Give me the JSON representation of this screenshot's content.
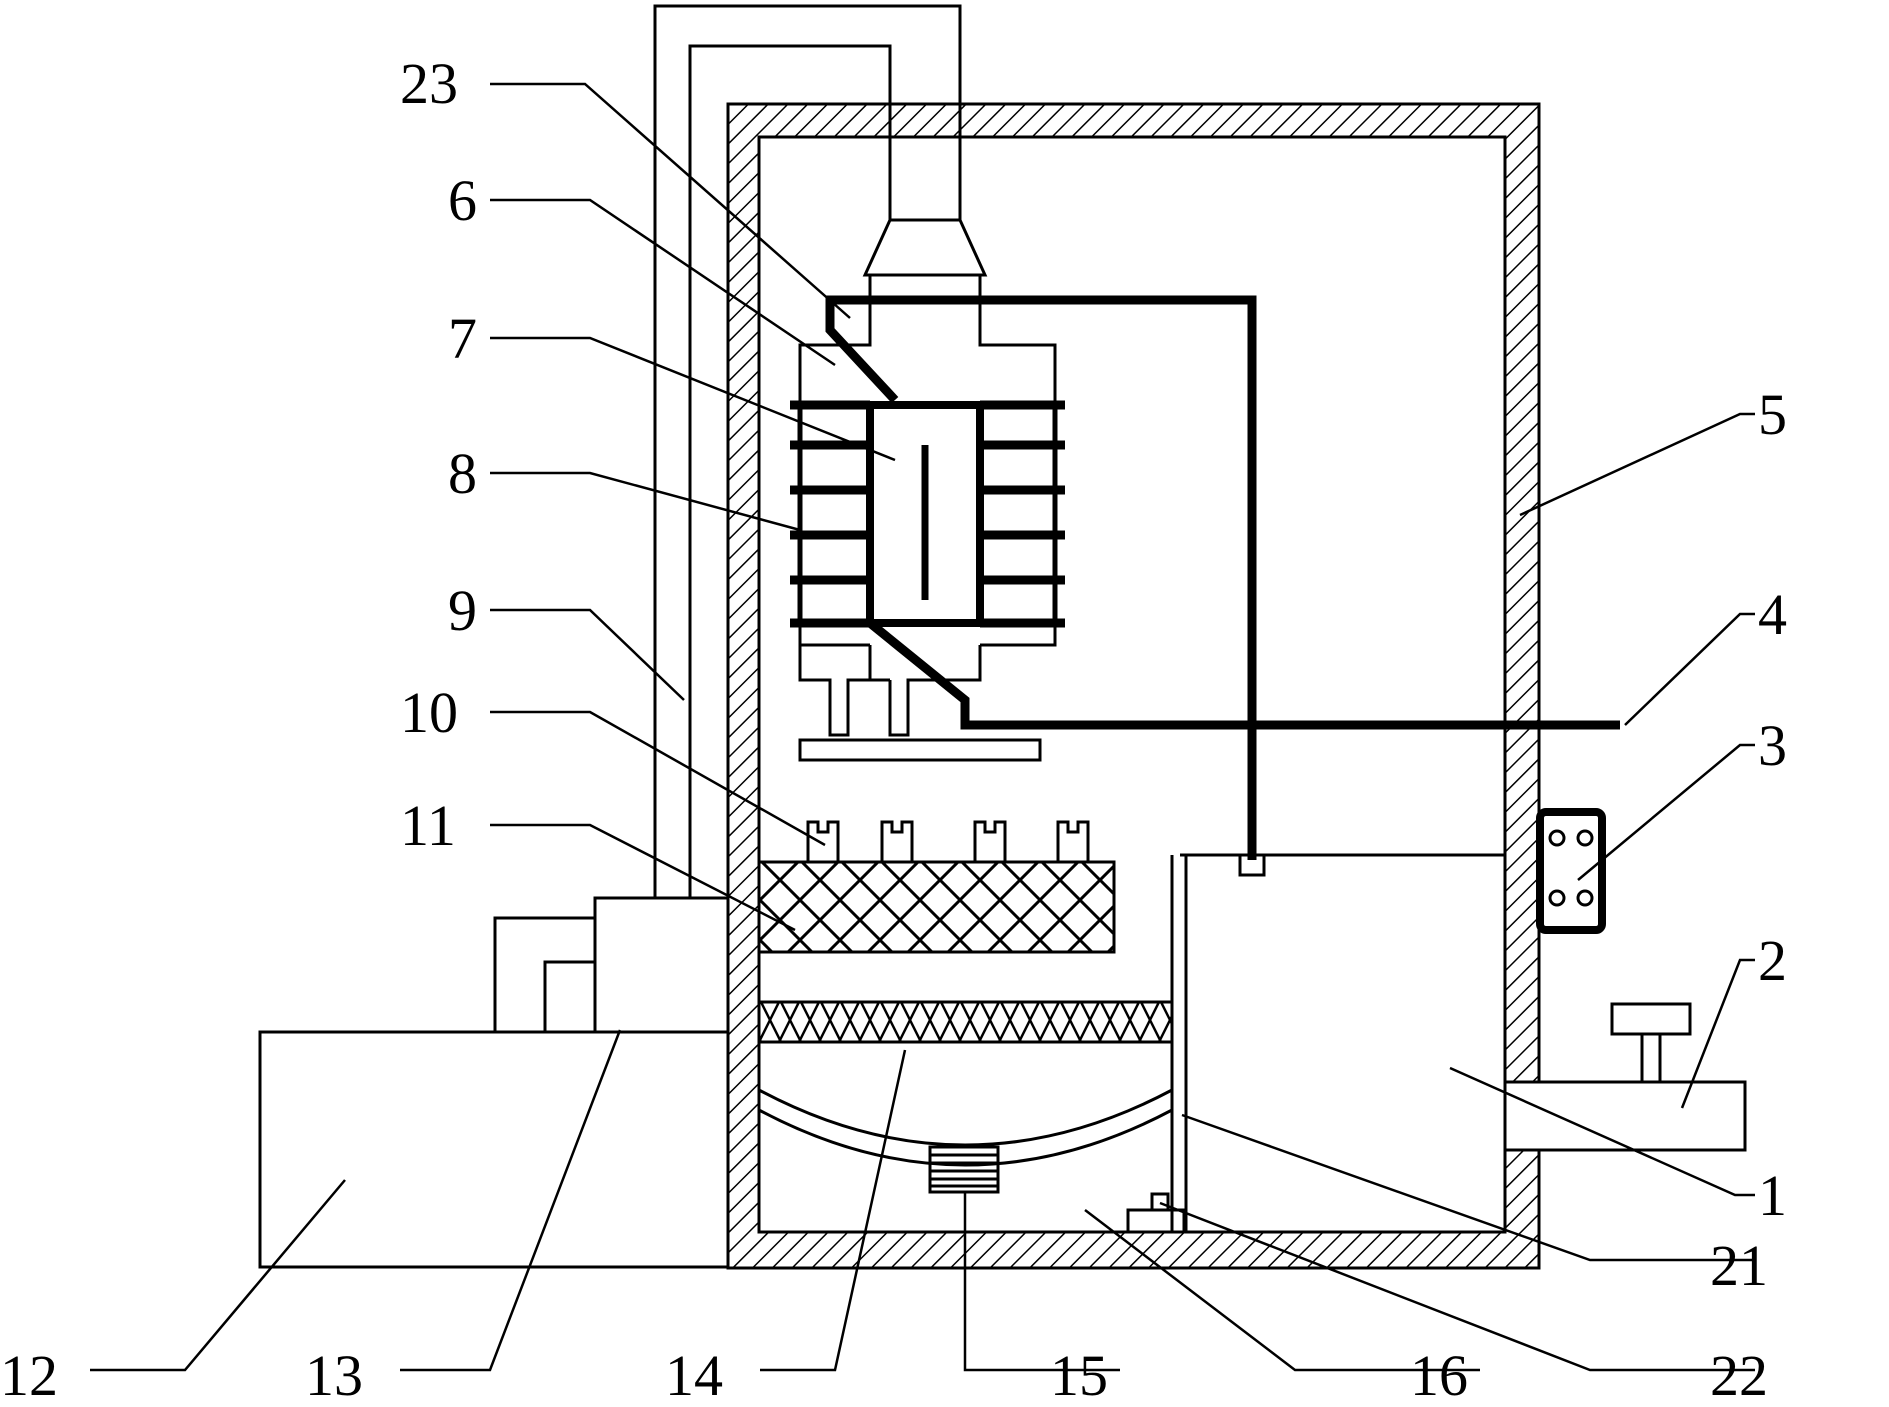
{
  "labels": [
    {
      "id": "1",
      "text": "1"
    },
    {
      "id": "2",
      "text": "2"
    },
    {
      "id": "3",
      "text": "3"
    },
    {
      "id": "4",
      "text": "4"
    },
    {
      "id": "5",
      "text": "5"
    },
    {
      "id": "6",
      "text": "6"
    },
    {
      "id": "7",
      "text": "7"
    },
    {
      "id": "8",
      "text": "8"
    },
    {
      "id": "9",
      "text": "9"
    },
    {
      "id": "10",
      "text": "10"
    },
    {
      "id": "11",
      "text": "11"
    },
    {
      "id": "12",
      "text": "12"
    },
    {
      "id": "13",
      "text": "13"
    },
    {
      "id": "14",
      "text": "14"
    },
    {
      "id": "15",
      "text": "15"
    },
    {
      "id": "16",
      "text": "16"
    },
    {
      "id": "21",
      "text": "21"
    },
    {
      "id": "22",
      "text": "22"
    },
    {
      "id": "23",
      "text": "23"
    }
  ]
}
